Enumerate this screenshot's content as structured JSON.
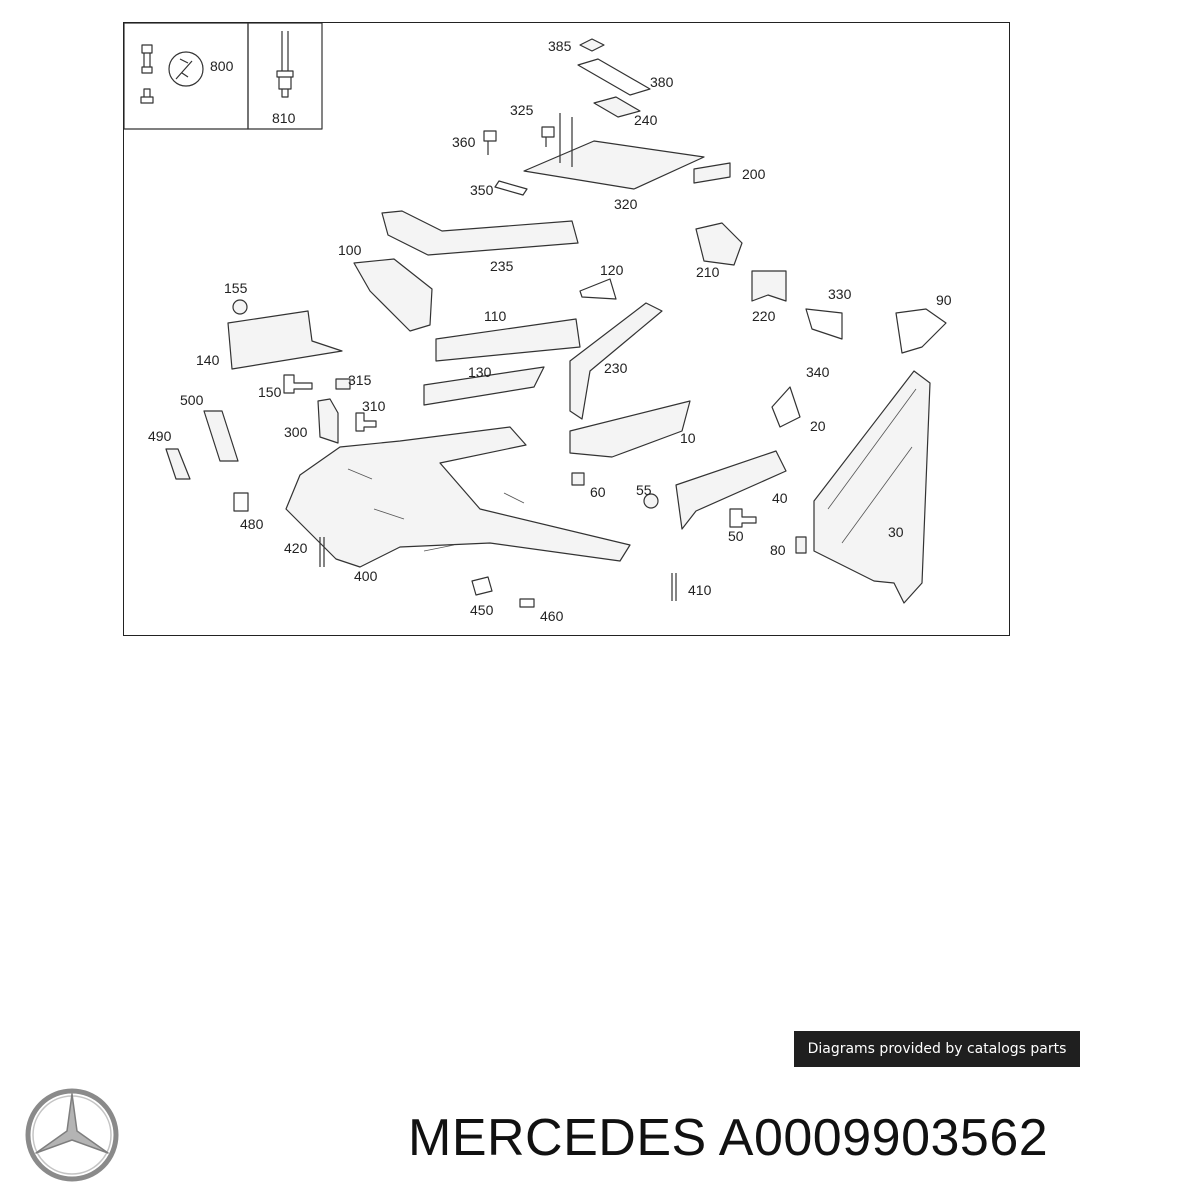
{
  "diagram": {
    "callouts": [
      {
        "id": "800",
        "label": "800"
      },
      {
        "id": "810",
        "label": "810"
      },
      {
        "id": "385",
        "label": "385"
      },
      {
        "id": "380",
        "label": "380"
      },
      {
        "id": "325",
        "label": "325"
      },
      {
        "id": "240",
        "label": "240"
      },
      {
        "id": "360",
        "label": "360"
      },
      {
        "id": "200",
        "label": "200"
      },
      {
        "id": "350",
        "label": "350"
      },
      {
        "id": "320",
        "label": "320"
      },
      {
        "id": "100",
        "label": "100"
      },
      {
        "id": "235",
        "label": "235"
      },
      {
        "id": "210",
        "label": "210"
      },
      {
        "id": "155",
        "label": "155"
      },
      {
        "id": "120",
        "label": "120"
      },
      {
        "id": "330",
        "label": "330"
      },
      {
        "id": "90",
        "label": "90"
      },
      {
        "id": "220",
        "label": "220"
      },
      {
        "id": "110",
        "label": "110"
      },
      {
        "id": "140",
        "label": "140"
      },
      {
        "id": "230",
        "label": "230"
      },
      {
        "id": "340",
        "label": "340"
      },
      {
        "id": "130",
        "label": "130"
      },
      {
        "id": "315",
        "label": "315"
      },
      {
        "id": "150",
        "label": "150"
      },
      {
        "id": "500",
        "label": "500"
      },
      {
        "id": "310",
        "label": "310"
      },
      {
        "id": "20",
        "label": "20"
      },
      {
        "id": "490",
        "label": "490"
      },
      {
        "id": "300",
        "label": "300"
      },
      {
        "id": "10",
        "label": "10"
      },
      {
        "id": "60",
        "label": "60"
      },
      {
        "id": "55",
        "label": "55"
      },
      {
        "id": "40",
        "label": "40"
      },
      {
        "id": "480",
        "label": "480"
      },
      {
        "id": "30",
        "label": "30"
      },
      {
        "id": "50",
        "label": "50"
      },
      {
        "id": "420",
        "label": "420"
      },
      {
        "id": "80",
        "label": "80"
      },
      {
        "id": "400",
        "label": "400"
      },
      {
        "id": "410",
        "label": "410"
      },
      {
        "id": "450",
        "label": "450"
      },
      {
        "id": "460",
        "label": "460"
      }
    ]
  },
  "credit": {
    "text": "Diagrams provided by catalogs parts"
  },
  "brand": {
    "logo_icon": "mercedes-star-icon",
    "logo_color": "#8a8a8a"
  },
  "title": {
    "text": "MERCEDES A0009903562"
  }
}
